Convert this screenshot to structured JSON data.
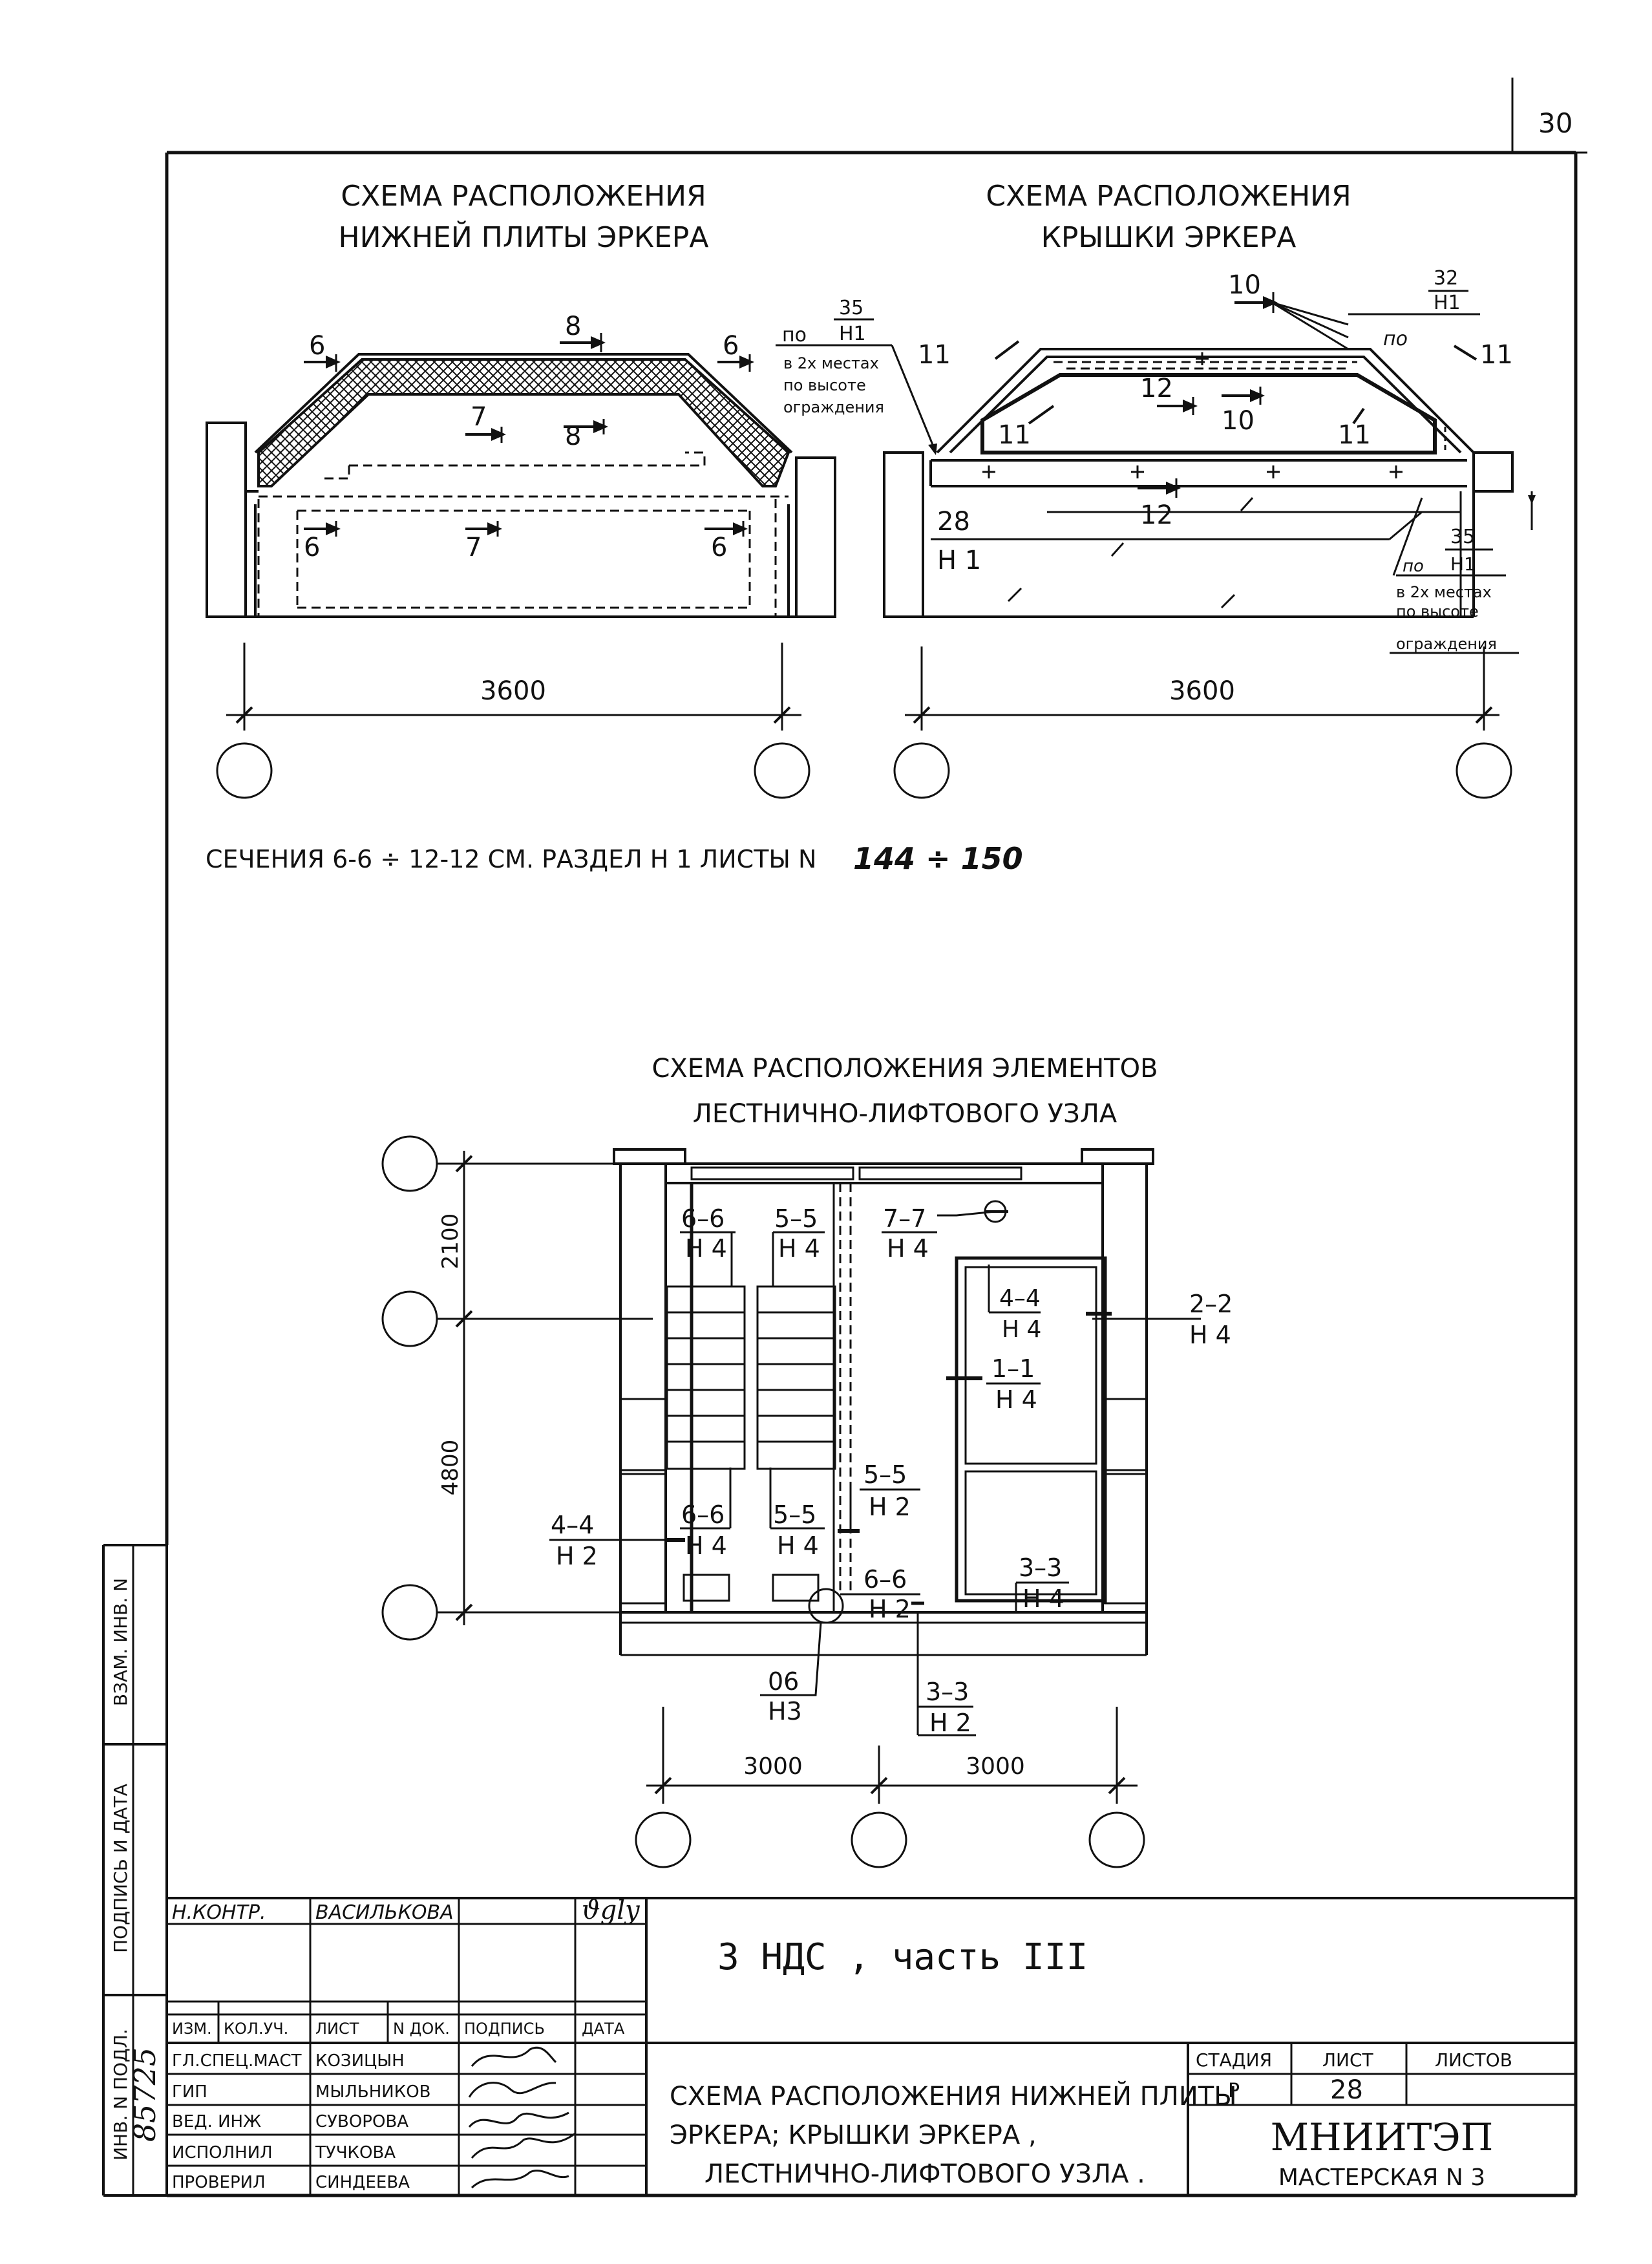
{
  "sheet_corner": "30",
  "drawings": {
    "lower_slab": {
      "title_1": "СХЕМА РАСПОЛОЖЕНИЯ",
      "title_2": "НИЖНЕЙ ПЛИТЫ ЭРКЕРА",
      "markers": [
        "6",
        "8",
        "6",
        "7",
        "8",
        "6",
        "7",
        "6"
      ],
      "dimension": "3600"
    },
    "roof": {
      "title_1": "СХЕМА РАСПОЛОЖЕНИЯ",
      "title_2": "КРЫШКИ ЭРКЕРА",
      "markers": [
        "10",
        "11",
        "11",
        "12",
        "10",
        "11",
        "11",
        "12"
      ],
      "ref_top": {
        "prefix": "по",
        "num": "32",
        "den": "Н1"
      },
      "ref_left": {
        "prefix": "по",
        "num": "35",
        "den": "Н1",
        "lines": [
          "в 2х местах",
          "по высоте",
          "ограждения"
        ]
      },
      "ref_bottom_left": {
        "num": "28",
        "den": "Н 1"
      },
      "ref_right": {
        "prefix": "по",
        "num": "35",
        "den": "Н1",
        "lines": [
          "в 2х местах",
          "по высоте",
          "ограждения"
        ]
      },
      "dimension": "3600"
    },
    "sections_note": {
      "text": "СЕЧЕНИЯ 6-6 ÷ 12-12 СМ. РАЗДЕЛ Н 1 ЛИСТЫ N",
      "handwritten": "144 ÷ 150"
    },
    "stair": {
      "title_1": "СХЕМА РАСПОЛОЖЕНИЯ ЭЛЕМЕНТОВ",
      "title_2": "ЛЕСТНИЧНО-ЛИФТОВОГО УЗЛА",
      "dim_v1": "2100",
      "dim_v2": "4800",
      "dim_h1": "3000",
      "dim_h2": "3000",
      "callouts": [
        {
          "num": "6–6",
          "den": "Н 4"
        },
        {
          "num": "5–5",
          "den": "Н 4"
        },
        {
          "num": "7–7",
          "den": "Н 4"
        },
        {
          "num": "4–4",
          "den": "Н 4"
        },
        {
          "num": "2–2",
          "den": "Н 4"
        },
        {
          "num": "1–1",
          "den": "Н 4"
        },
        {
          "num": "5–5",
          "den": "Н 2"
        },
        {
          "num": "6–6",
          "den": "Н 4"
        },
        {
          "num": "5–5",
          "den": "Н 4"
        },
        {
          "num": "4–4",
          "den": "Н 2"
        },
        {
          "num": "6–6",
          "den": "Н 2"
        },
        {
          "num": "3–3",
          "den": "Н 4"
        },
        {
          "num": "06",
          "den": "Н3"
        },
        {
          "num": "3–3",
          "den": "Н 2"
        }
      ]
    }
  },
  "side_stamp": {
    "labels": [
      "ВЗАМ. ИНВ. N",
      "ПОДПИСЬ И ДАТА",
      "ИНВ. N ПОДЛ."
    ],
    "inv_number": "85725"
  },
  "title_block": {
    "norm_control_label": "Н.КОНТР.",
    "norm_control_name": "ВАСИЛЬКОВА",
    "headers": [
      "ИЗМ.",
      "КОЛ.УЧ.",
      "ЛИСТ",
      "N ДОК.",
      "ПОДПИСЬ",
      "ДАТА"
    ],
    "staff": [
      {
        "role": "ГЛ.СПЕЦ.МАСТ",
        "name": "КОЗИЦЫН"
      },
      {
        "role": "ГИП",
        "name": "МЫЛЬНИКОВ"
      },
      {
        "role": "ВЕД. ИНЖ",
        "name": "СУВОРОВА"
      },
      {
        "role": "ИСПОЛНИЛ",
        "name": "ТУЧКОВА"
      },
      {
        "role": "ПРОВЕРИЛ",
        "name": "СИНДЕЕВА"
      }
    ],
    "project": "3 НДС , часть III",
    "sheet_title_1": "СХЕМА РАСПОЛОЖЕНИЯ НИЖНЕЙ ПЛИТЫ",
    "sheet_title_2": "ЭРКЕРА; КРЫШКИ ЭРКЕРА ,",
    "sheet_title_3": "ЛЕСТНИЧНО-ЛИФТОВОГО УЗЛА .",
    "stage_label": "СТАДИЯ",
    "sheet_label": "ЛИСТ",
    "sheets_label": "ЛИСТОВ",
    "stage": "Р",
    "sheet": "28",
    "sheets": "",
    "org": "МНИИТЭП",
    "workshop": "МАСТЕРСКАЯ N 3"
  }
}
